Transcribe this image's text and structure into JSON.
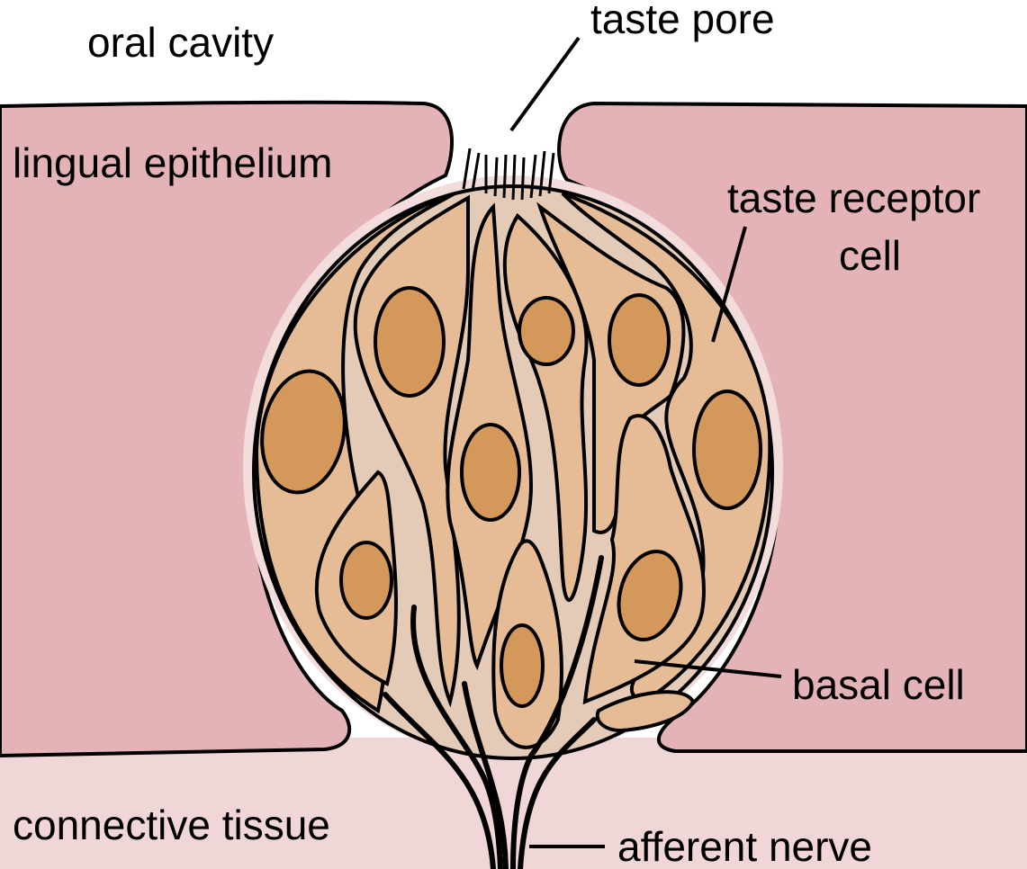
{
  "labels": {
    "oral_cavity": "oral cavity",
    "taste_pore": "taste pore",
    "lingual_epithelium": "lingual epithelium",
    "taste_receptor_cell_1": "taste receptor",
    "taste_receptor_cell_2": "cell",
    "basal_cell": "basal cell",
    "connective_tissue": "connective tissue",
    "afferent_nerve": "afferent nerve"
  },
  "colors": {
    "epithelium": "#e4b3b7",
    "connective_tissue": "#f0d6d6",
    "bud_ring": "#f2dcdc",
    "cell": "#e5bc95",
    "intercellular": "#e3cbb8",
    "nucleus": "#d4985a"
  }
}
